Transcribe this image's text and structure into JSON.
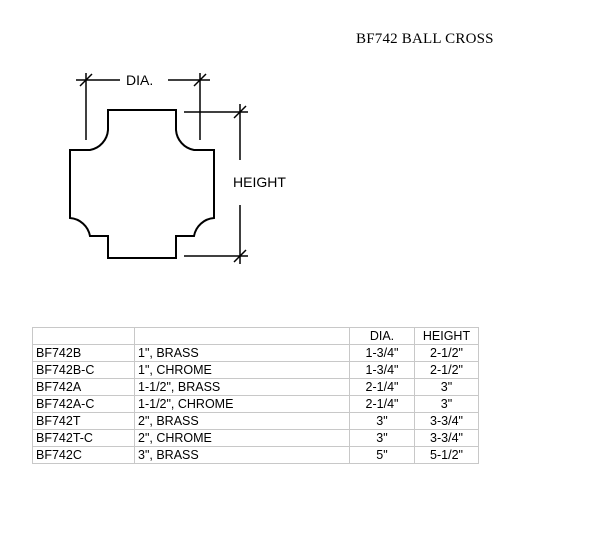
{
  "title": "BF742 BALL CROSS",
  "diagram": {
    "dia_label": "DIA.",
    "height_label": "HEIGHT"
  },
  "table": {
    "headers": [
      "",
      "",
      "DIA.",
      "HEIGHT"
    ],
    "rows": [
      {
        "code": "BF742B",
        "desc": "1\", BRASS",
        "dia": "1-3/4\"",
        "height": "2-1/2\""
      },
      {
        "code": "BF742B-C",
        "desc": "1\", CHROME",
        "dia": "1-3/4\"",
        "height": "2-1/2\""
      },
      {
        "code": "BF742A",
        "desc": "1-1/2\", BRASS",
        "dia": "2-1/4\"",
        "height": "3\""
      },
      {
        "code": "BF742A-C",
        "desc": "1-1/2\", CHROME",
        "dia": "2-1/4\"",
        "height": "3\""
      },
      {
        "code": "BF742T",
        "desc": "2\", BRASS",
        "dia": "3\"",
        "height": "3-3/4\""
      },
      {
        "code": "BF742T-C",
        "desc": "2\", CHROME",
        "dia": "3\"",
        "height": "3-3/4\""
      },
      {
        "code": "BF742C",
        "desc": "3\", BRASS",
        "dia": "5\"",
        "height": "5-1/2\""
      }
    ]
  }
}
